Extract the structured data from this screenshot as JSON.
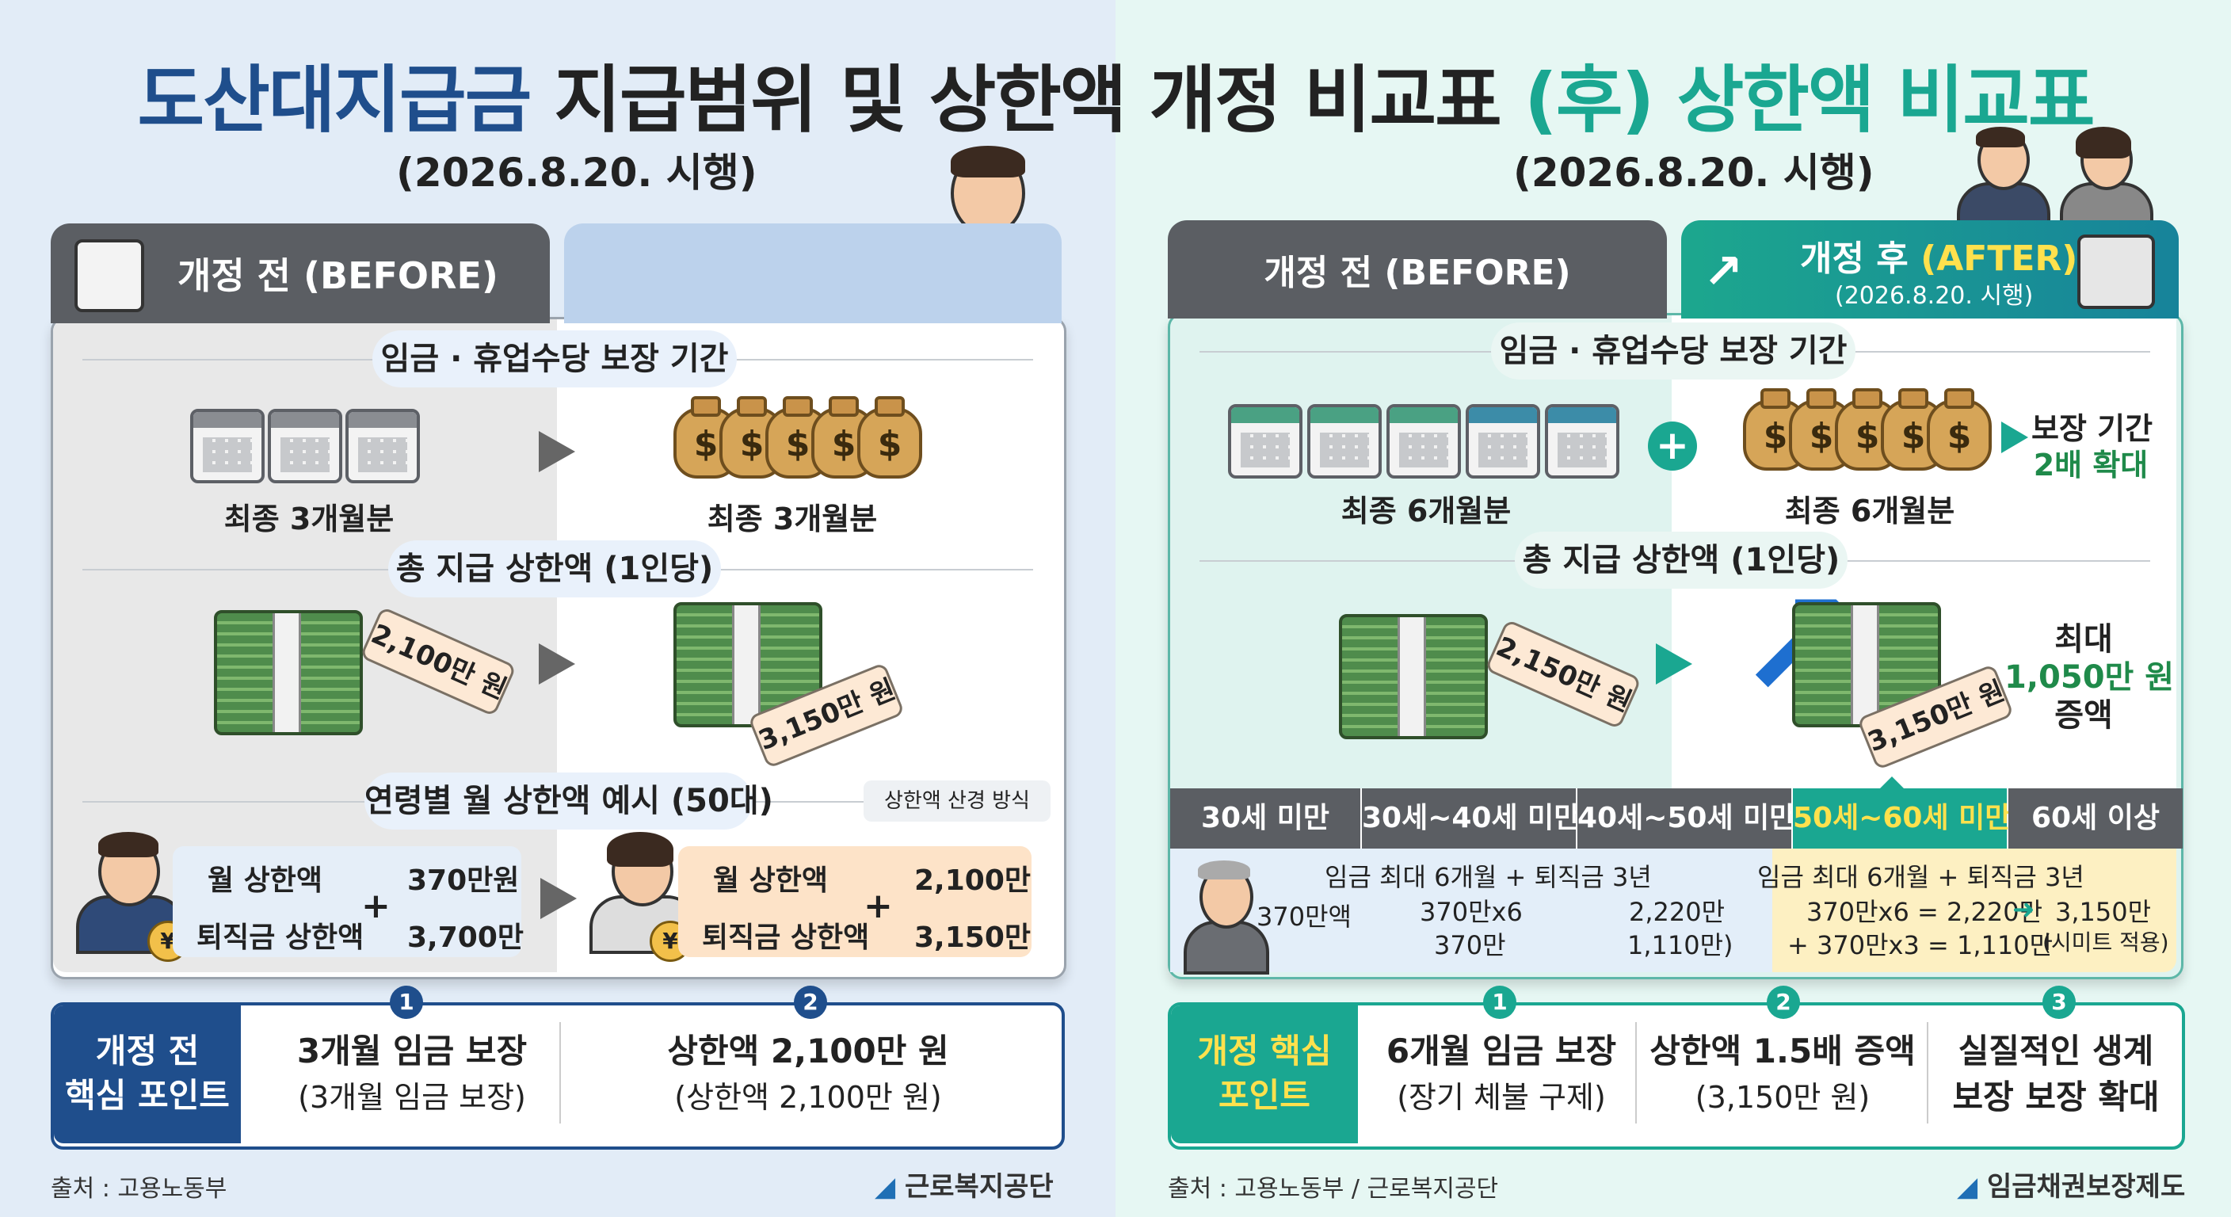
{
  "title": {
    "part1": "도산대지급금",
    "part2": "지급범위 및 상한액 개정 비교표",
    "part3": "(후) 상한액 비교표"
  },
  "left": {
    "subtitle": "(2026.8.20. 시행)",
    "before_tab": "개정 전 (BEFORE)",
    "section1": "임금 · 휴업수당 보장 기간",
    "before_period": "최종 3개월분",
    "after_period": "최종 3개월분",
    "section2": "총 지급 상한액 (1인당)",
    "before_amount": "2,100만 원",
    "after_amount": "3,150만 원",
    "section3": "연령별 월 상한액 예시 (50대)",
    "method_label": "상한액 산경 방식",
    "ex1": {
      "label1": "월 상한액",
      "val1": "370만원",
      "label2": "퇴직금 상한액",
      "val2": "3,700만",
      "plus": "+"
    },
    "ex2": {
      "label1": "월 상한액",
      "val1": "2,100만",
      "label2": "퇴직금 상한액",
      "val2": "3,150만",
      "plus": "+"
    },
    "coin": "¥",
    "key_title": "개정 전\n핵심 포인트",
    "key": [
      {
        "n": "1",
        "main": "3개월 임금 보장",
        "sub": "(3개월 임금 보장)"
      },
      {
        "n": "2",
        "main": "상한액 2,100만 원",
        "sub": "(상한액 2,100만 원)"
      }
    ],
    "source": "출처 : 고용노동부",
    "logo": "근로복지공단"
  },
  "right": {
    "subtitle": "(2026.8.20. 시행)",
    "before_tab": "개정 전 (BEFORE)",
    "after_tab": "개정 후",
    "after_tab_en": "(AFTER)",
    "after_tab_date": "(2026.8.20. 시행)",
    "section1": "임금 · 휴업수당 보장 기간",
    "before_period": "최종 6개월분",
    "after_period": "최종 6개월분",
    "plus": "+",
    "expand1": "보장 기간",
    "expand2": "2배 확대",
    "section2": "총 지급 상한액 (1인당)",
    "before_amount": "2,150만 원",
    "after_amount": "3,150만 원",
    "increase1": "최대",
    "increase2": "1,050만 원",
    "increase3": "증액",
    "ages": [
      "30세 미만",
      "30세~40세 미만",
      "40세~50세 미만",
      "50세~60세 미만",
      "60세 이상"
    ],
    "row_head": "임금 최대 6개월 + 퇴직금 3년",
    "row_head2": "임금 최대 6개월 + 퇴직금 3년",
    "c1": "370만액",
    "c2a": "370만x6",
    "c2b": "370만",
    "c3a": "2,220만",
    "c3b": "1,110만)",
    "c4a": "370만x6 = 2,220만",
    "c4b": "+ 370만x3 = 1,110만",
    "c5a": "3,150만",
    "c5b": "(시미트 적용)",
    "key_title": "개정 핵심\n포인트",
    "key": [
      {
        "n": "1",
        "main": "6개월 임금 보장",
        "sub": "(장기 체불 구제)"
      },
      {
        "n": "2",
        "main": "상한액 1.5배 증액",
        "sub": "(3,150만 원)"
      },
      {
        "n": "3",
        "main": "실질적인 생계",
        "sub": "보장 보장 확대"
      }
    ],
    "source": "출처 : 고용노동부 / 근로복지공단",
    "logo": "임금채권보장제도"
  },
  "colors": {
    "navy": "#1f4e8c",
    "teal": "#1aa791",
    "gray_tab": "#5b5e63",
    "peach": "#fde3c8"
  }
}
